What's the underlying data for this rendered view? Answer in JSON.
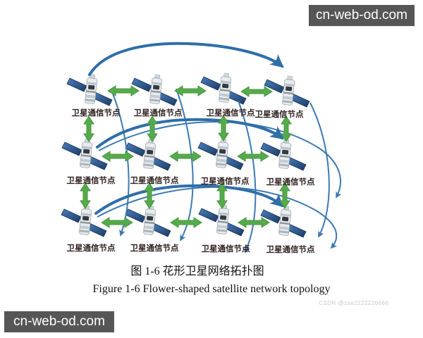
{
  "watermarks": {
    "top_right": "cn-web-od.com",
    "bottom_left": "cn-web-od.com",
    "csdn": "CSDN @zse2222226666"
  },
  "diagram": {
    "type": "satellite-network-topology",
    "grid": {
      "rows": 3,
      "cols": 4
    },
    "nodes": [
      {
        "label": "卫星通信节点"
      },
      {
        "label": "卫星通信节点"
      },
      {
        "label": "卫星通信节点"
      },
      {
        "label": "卫星通信节点"
      },
      {
        "label": "卫星通信节点"
      },
      {
        "label": "卫星通信节点"
      },
      {
        "label": "卫星通信节点"
      },
      {
        "label": "卫星通信节点"
      },
      {
        "label": "卫星通信节点"
      },
      {
        "label": "卫星通信节点"
      },
      {
        "label": "卫星通信节点"
      },
      {
        "label": "卫星通信节点"
      }
    ],
    "caption_zh": "图 1-6  花形卫星网络拓扑图",
    "caption_en": "Figure 1-6 Flower-shaped satellite network topology"
  },
  "colors": {
    "link_arrow_green": "#55aa4b",
    "curve_blue_thick": "#2f6ea9",
    "curve_blue_thin": "#3c7ab2",
    "solar_panel_blue": "#1c3a63",
    "node_label_text": "#2e1f1e",
    "watermark_bg": "#575656",
    "watermark_text": "#ffffff"
  }
}
